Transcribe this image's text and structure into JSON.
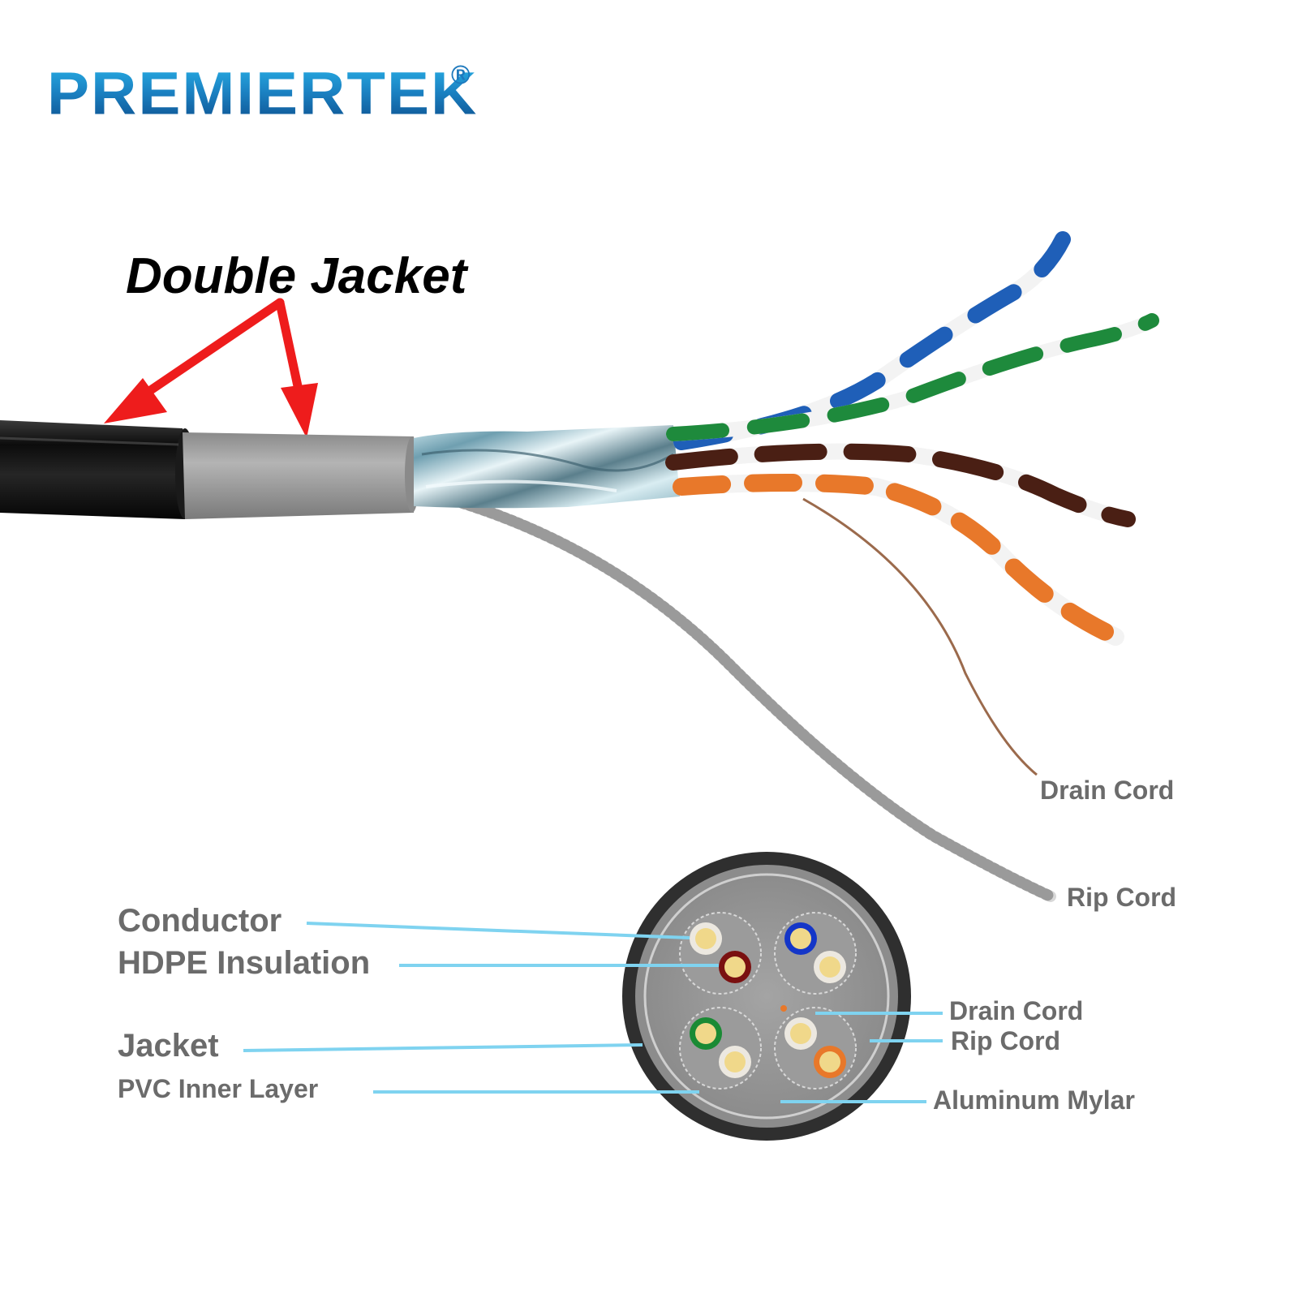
{
  "logo": {
    "text": "PREMIERTEK",
    "registered_mark": "®"
  },
  "title": "Double Jacket",
  "photo_callouts": {
    "drain_cord": "Drain Cord",
    "rip_cord": "Rip Cord"
  },
  "cross_section": {
    "left_labels": {
      "conductor": "Conductor",
      "hdpe_insulation": "HDPE Insulation",
      "jacket": "Jacket",
      "pvc_inner_layer": "PVC Inner Layer"
    },
    "right_labels": {
      "drain_cord": "Drain Cord",
      "rip_cord": "Rip Cord",
      "aluminum_mylar": "Aluminum Mylar"
    }
  },
  "colors": {
    "arrow": "#ee1c1c",
    "leader_line": "#7fd3f0",
    "label_text": "#6b6b6b",
    "outer_jacket": "#141414",
    "inner_jacket": "#9a9a9a",
    "pair_blue": "#1f5fb8",
    "pair_green": "#1e8a3c",
    "pair_brown": "#4a1f14",
    "pair_orange": "#e8782a"
  }
}
